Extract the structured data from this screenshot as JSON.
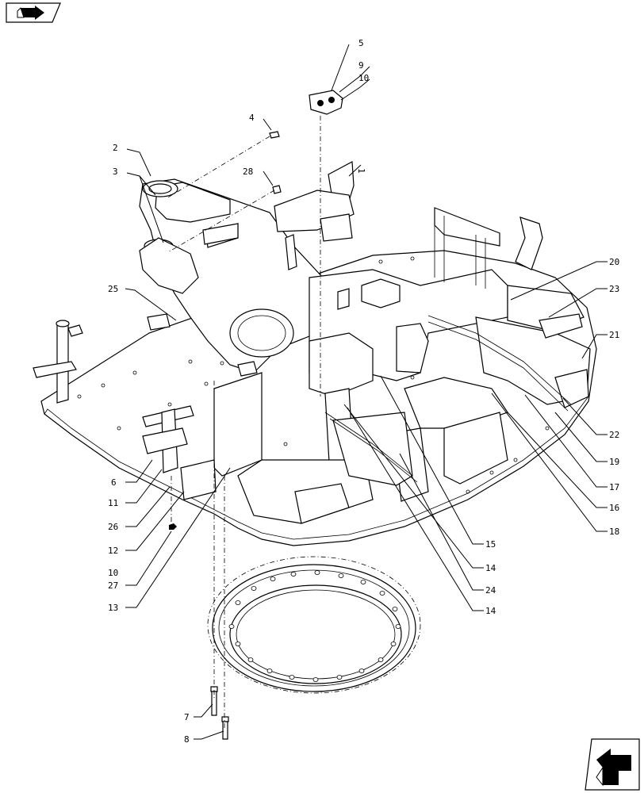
{
  "callouts": [
    {
      "id": "1",
      "label": "1"
    },
    {
      "id": "2",
      "label": "2"
    },
    {
      "id": "3",
      "label": "3"
    },
    {
      "id": "4",
      "label": "4"
    },
    {
      "id": "5",
      "label": "5"
    },
    {
      "id": "6",
      "label": "6"
    },
    {
      "id": "7",
      "label": "7"
    },
    {
      "id": "8",
      "label": "8"
    },
    {
      "id": "9",
      "label": "9"
    },
    {
      "id": "10a",
      "label": "10"
    },
    {
      "id": "10b",
      "label": "10"
    },
    {
      "id": "11",
      "label": "11"
    },
    {
      "id": "12",
      "label": "12"
    },
    {
      "id": "13",
      "label": "13"
    },
    {
      "id": "14a",
      "label": "14"
    },
    {
      "id": "14b",
      "label": "14"
    },
    {
      "id": "15",
      "label": "15"
    },
    {
      "id": "16",
      "label": "16"
    },
    {
      "id": "17",
      "label": "17"
    },
    {
      "id": "18",
      "label": "18"
    },
    {
      "id": "19",
      "label": "19"
    },
    {
      "id": "20",
      "label": "20"
    },
    {
      "id": "21",
      "label": "21"
    },
    {
      "id": "22",
      "label": "22"
    },
    {
      "id": "23",
      "label": "23"
    },
    {
      "id": "24",
      "label": "24"
    },
    {
      "id": "25",
      "label": "25"
    },
    {
      "id": "26",
      "label": "26"
    },
    {
      "id": "27",
      "label": "27"
    },
    {
      "id": "28",
      "label": "28"
    }
  ],
  "icons": {
    "top_left": "prev-page-arrow-icon",
    "bottom_right": "next-page-arrow-icon"
  }
}
